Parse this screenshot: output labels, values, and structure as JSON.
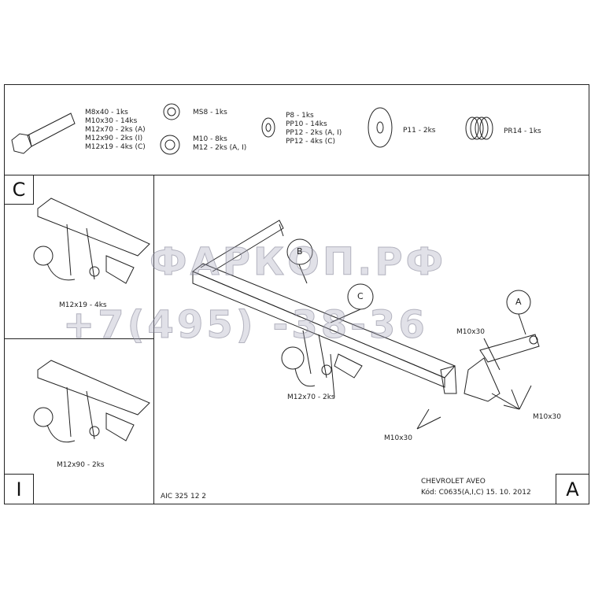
{
  "parts": {
    "bolts": [
      "M8x40 - 1ks",
      "M10x30 - 14ks",
      "M12x70 - 2ks (A)",
      "M12x90 - 2ks (I)",
      "M12x19 - 4ks (C)"
    ],
    "nut_ms": "MS8 - 1ks",
    "nuts": [
      "M10 - 8ks",
      "M12 - 2ks (A, I)"
    ],
    "washers": [
      "P8 - 1ks",
      "PP10 - 14ks",
      "PP12 - 2ks (A, I)",
      "PP12 - 4ks (C)"
    ],
    "big_washer": "P11 - 2ks",
    "spring": "PR14 - 1ks"
  },
  "panels": {
    "c_label": "C",
    "c_bolt": "M12x19 - 4ks",
    "i_label": "I",
    "i_bolt": "M12x90 - 2ks",
    "a_label": "A"
  },
  "main": {
    "callout_b": "B",
    "callout_c": "C",
    "callout_a": "A",
    "m12x70": "M12x70 - 2ks",
    "m10x30_top": "M10x30",
    "m10x30_right": "M10x30",
    "m10x30_left": "M10x30",
    "drawing_no": "AIC 325 12 2",
    "model": "CHEVROLET AVEO",
    "code": "Kód: C0635(A,I,C)  15. 10. 2012"
  },
  "watermark": {
    "line1": "ФАРКОП.РФ",
    "line2": "+7(495)   -38-36"
  }
}
